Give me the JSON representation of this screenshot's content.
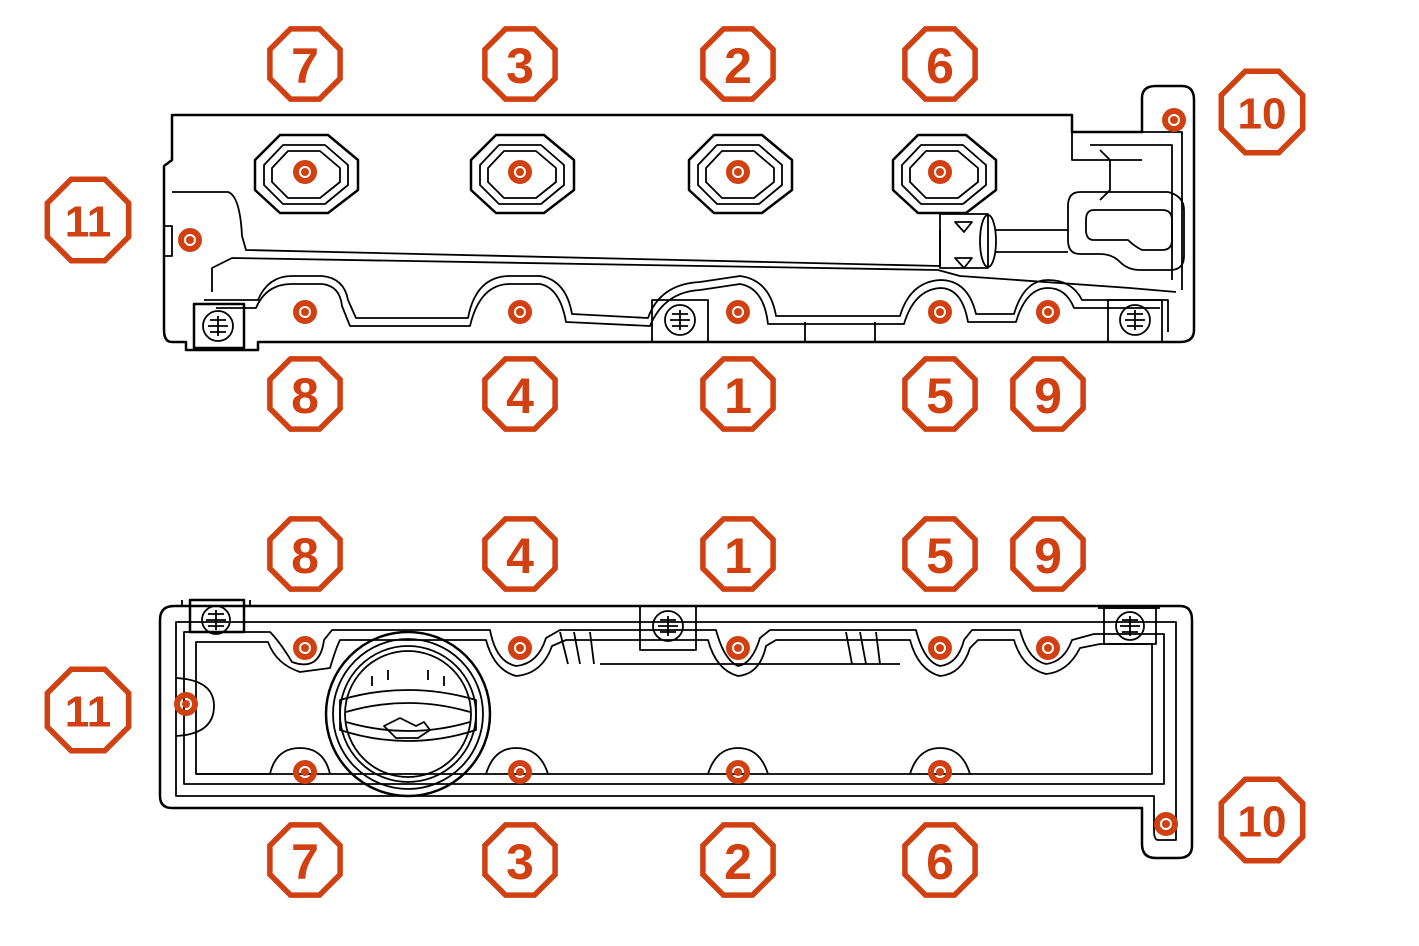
{
  "colors": {
    "accent": "#d04010",
    "line": "#000000",
    "background": "#ffffff"
  },
  "top_view": {
    "upper_labels": [
      "7",
      "3",
      "2",
      "6"
    ],
    "lower_labels": [
      "8",
      "4",
      "1",
      "5",
      "9"
    ],
    "right_label": "10",
    "left_label": "11"
  },
  "bottom_view": {
    "upper_labels": [
      "8",
      "4",
      "1",
      "5",
      "9"
    ],
    "lower_labels": [
      "7",
      "3",
      "2",
      "6"
    ],
    "right_label": "10",
    "left_label": "11"
  }
}
